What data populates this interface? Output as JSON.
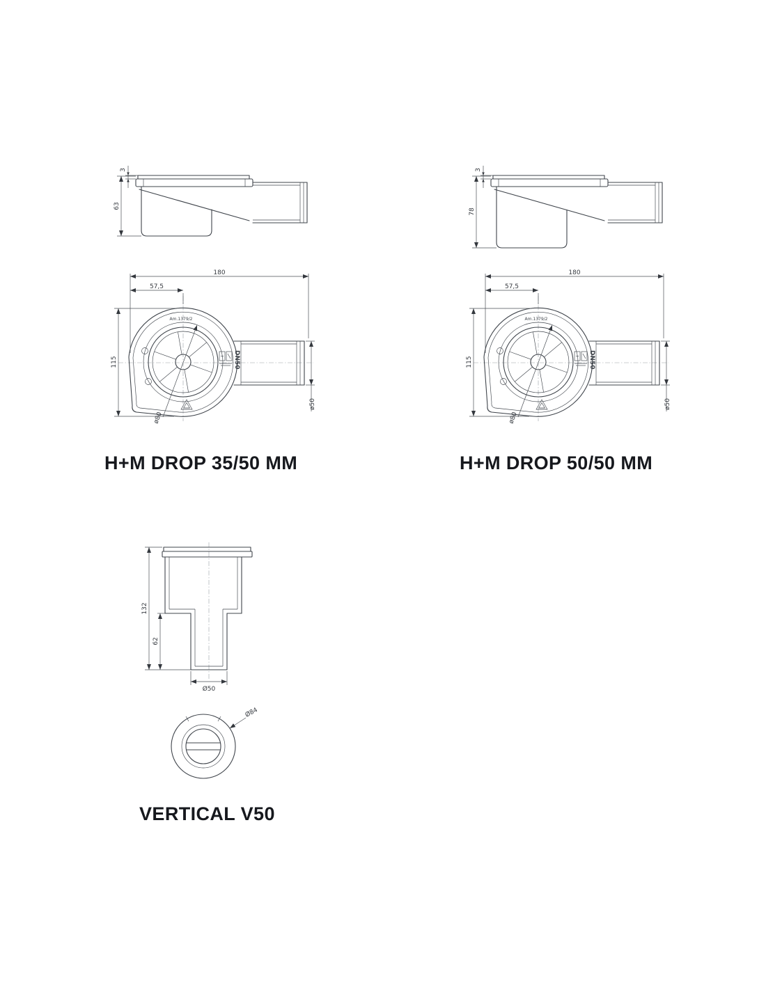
{
  "palette": {
    "background": "#ffffff",
    "drawing_line": "#3f444b",
    "dimension_text": "#34383e",
    "label_text": "#16181d"
  },
  "products": [
    {
      "label": "H+M DROP 35/50 MM",
      "side_view": {
        "flange_height": "3",
        "total_height": "63"
      },
      "top_view": {
        "overall_width": "180",
        "outlet_center_offset": "57,5",
        "body_width": "115",
        "outlet_diameter": "ø50",
        "grate_diameter": "ø80",
        "outlet_marking": "DN50",
        "approval_marking": "Am.1379/2"
      }
    },
    {
      "label": "H+M DROP 50/50 MM",
      "side_view": {
        "flange_height": "3",
        "total_height": "78"
      },
      "top_view": {
        "overall_width": "180",
        "outlet_center_offset": "57,5",
        "body_width": "115",
        "outlet_diameter": "ø50",
        "grate_diameter": "ø80",
        "outlet_marking": "DN50",
        "approval_marking": "Am.1379/2"
      }
    },
    {
      "label": "VERTICAL V50",
      "side_view": {
        "total_height": "132",
        "outlet_length": "62",
        "outlet_diameter": "Ø50"
      },
      "top_view": {
        "flange_diameter": "Ø84"
      }
    }
  ]
}
